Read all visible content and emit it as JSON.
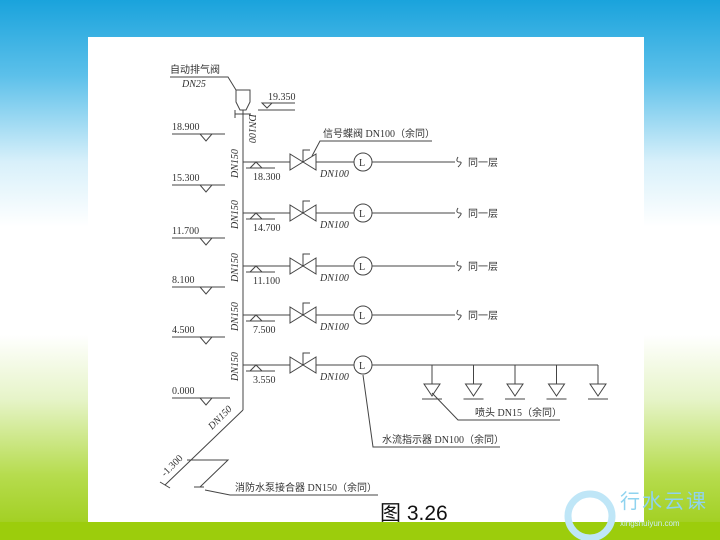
{
  "labels": {
    "air_valve": "自动排气阀",
    "air_valve_dn": "DN25",
    "top_elev": "19.350",
    "riser_dn100": "DN100",
    "signal_valve": "信号蝶阀 DN100（余同）",
    "sprinkler": "喷头 DN15（余同）",
    "flow_indicator": "水流指示器 DN100（余同）",
    "pump_adapter": "消防水泵接合器 DN150（余同）",
    "riser_dn150": "DN150",
    "diag_dn150": "DN150",
    "base_elev": "-1.300",
    "ground_elev": "0.000",
    "branch_dn": "DN100",
    "same_floor": "同一层",
    "flow_symbol": "L"
  },
  "floors": [
    {
      "floor_elev": "18.900",
      "branch_elev": "18.300",
      "same_floor": true
    },
    {
      "floor_elev": "15.300",
      "branch_elev": "14.700",
      "same_floor": true
    },
    {
      "floor_elev": "11.700",
      "branch_elev": "11.100",
      "same_floor": true
    },
    {
      "floor_elev": "8.100",
      "branch_elev": "7.500",
      "same_floor": true
    },
    {
      "floor_elev": "4.500",
      "branch_elev": "3.550",
      "same_floor": false
    }
  ],
  "sprinkler_count": 5,
  "caption": "图 3.26",
  "logo": {
    "name": "行水云课",
    "url": "xingshuiyun.com"
  }
}
